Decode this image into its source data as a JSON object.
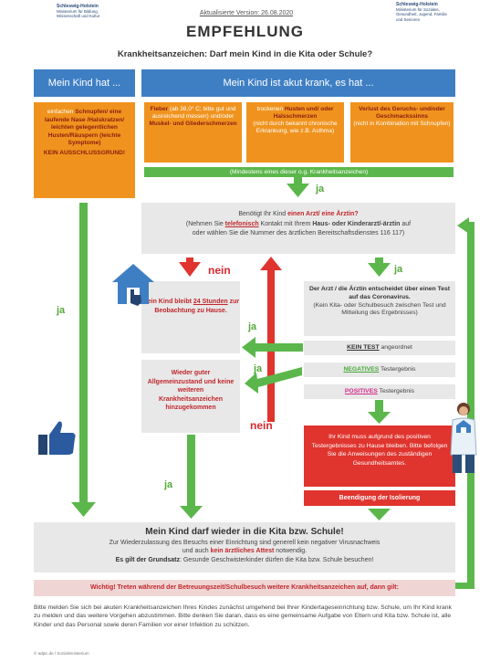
{
  "header": {
    "logo_left": {
      "state": "Schleswig-Holstein",
      "ministry": "Ministerium für Bildung,",
      "ministry2": "Wissenschaft und Kultur"
    },
    "version": "Aktualisierte Version: 26.08.2020",
    "logo_right": {
      "state": "Schleswig-Holstein",
      "ministry": "Ministerium für Soziales,",
      "ministry2": "Gesundheit, Jugend, Familie",
      "ministry3": "und Senioren"
    },
    "title": "EMPFEHLUNG",
    "subtitle": "Krankheitsanzeichen: Darf mein Kind in die Kita oder Schule?"
  },
  "left_col": {
    "header": "Mein Kind hat ...",
    "box_pre": "einfachen ",
    "box_red": "Schnupfen/ eine laufende Nase /Halskratzen/ leichten gelegentlichen Husten/Räuspern (leichte Symptome)",
    "box_no": "KEIN AUSSCHLUSSGRUND!"
  },
  "right_col": {
    "header": "Mein Kind ist akut krank, es hat ...",
    "box1_red": "Fieber",
    "box1_a": " (ab 38,0° C; bitte gut und ausreichend messen) ",
    "box1_b": "und/oder",
    "box1_c": "Muskel- und Gliederschmerzen",
    "box2_a": "trockenen ",
    "box2_red": "Husten und/ oder Halsschmerzen",
    "box2_b": "(nicht durch bekannt chronische Erkrankung, wie z.B. Asthma)",
    "box3_red": "Verlust des Geruchs- und/oder Geschmackssinns",
    "box3_b": "(nicht in Kombination mit Schnupfen)",
    "note": "(Mindestens eines dieser o.g. Krankheitsanzeichen)"
  },
  "doctor": {
    "q_pre": "Benötigt Ihr Kind ",
    "q_red": "einen Arzt/ eine Ärztin?",
    "line2_pre": "(Nehmen Sie ",
    "line2_red": "telefonisch",
    "line2_mid": " Kontakt mit Ihrem ",
    "line2_bold": "Haus- oder Kinderarzt/-ärztin",
    "line2_post": " auf",
    "line3": "oder wählen Sie die Nummer des ärztlichen Bereitschaftsdienstes 116 117)"
  },
  "stay_home": {
    "a": "Mein Kind bleibt ",
    "b": "24 Stunden",
    "c": " zur Beobachtung zu Hause."
  },
  "doctor_decides": {
    "bold": "Der Arzt / die Ärztin entscheidet über einen Test auf das Coronavirus.",
    "normal": "(Kein Kita- oder Schulbesuch zwischen Test und Mitteilung des Ergebnisses)"
  },
  "tests": {
    "none_red": "KEIN TEST",
    "none_rest": " angeordnet",
    "neg_green": "NEGATIVES",
    "neg_rest": " Testergebnis",
    "pos_red": "POSITIVES",
    "pos_rest": " Testergebnis"
  },
  "recovered": "Wieder guter Allgemeinzustand und keine weiteren Krankheitsanzeichen hinzugekommen",
  "isolation": "Ihr Kind muss aufgrund des positiven Testergebnisses zu Hause bleiben. Bitte befolgen Sie die Anweisungen des zuständigen Gesundheitsamtes.",
  "isolation_end": "Beendigung der Isolierung",
  "labels": {
    "ja": "ja",
    "nein": "nein"
  },
  "back": {
    "title": "Mein Kind darf wieder in die Kita bzw. Schule!",
    "line1": "Zur Wiederzulassung des Besuchs einer Einrichtung sind generell kein negativer Virusnachweis",
    "line2_pre": "und auch ",
    "line2_red": "kein ärztliches Attest",
    "line2_post": " notwendig.",
    "line3_bold": "Es gilt der Grundsatz",
    "line3_rest": ": Gesunde Geschwisterkinder dürfen die Kita bzw. Schule besuchen!"
  },
  "warning": "Wichtig! Treten während der Betreuungszeit/Schulbesuch weitere Krankheitsanzeichen auf, dann gilt:",
  "footer_text": "Bitte melden Sie sich bei akuten Krankheitsanzeichen Ihres Kindes zunächst umgehend bei Ihrer Kindertageseinrichtung bzw. Schule, um Ihr Kind krank zu melden und das weitere Vorgehen abzustimmen. Bitte denken Sie daran, dass es eine gemeinsame Aufgabe von Eltern und Kita bzw. Schule ist, alle Kinder und das Personal sowie deren Familien vor einer Infektion zu schützen.",
  "credit": "© adpic.de / Sozialministerium",
  "colors": {
    "blue": "#3e7fc4",
    "orange": "#f0931e",
    "green": "#5bb74b",
    "red": "#e0342e",
    "grey": "#e8e8e8"
  }
}
